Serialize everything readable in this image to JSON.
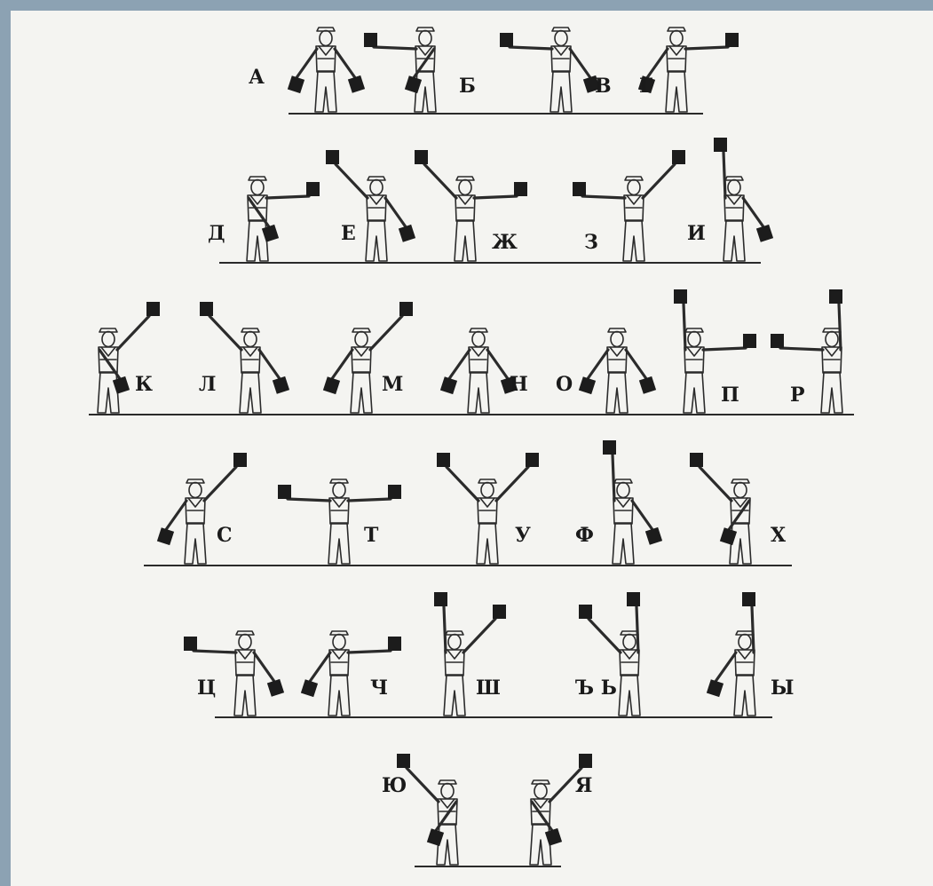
{
  "title": "",
  "signals": [
    {
      "letter": "А",
      "left": "down-left",
      "right": "down-right"
    },
    {
      "letter": "Б",
      "left": "out-left",
      "right": "down-left"
    },
    {
      "letter": "В",
      "left": "out-left",
      "right": "down-right"
    },
    {
      "letter": "Г",
      "left": "down-left",
      "right": "out-right"
    },
    {
      "letter": "Д",
      "left": "down-right",
      "right": "out-right"
    },
    {
      "letter": "Е",
      "left": "up-left",
      "right": "down-right"
    },
    {
      "letter": "Ж",
      "left": "up-left",
      "right": "out-right"
    },
    {
      "letter": "З",
      "left": "out-left",
      "right": "up-right"
    },
    {
      "letter": "И",
      "left": "up",
      "right": "down-right"
    },
    {
      "letter": "К",
      "left": "down-right",
      "right": "up-right"
    },
    {
      "letter": "Л",
      "left": "up-left",
      "right": "down-right"
    },
    {
      "letter": "М",
      "left": "down-left",
      "right": "up-right"
    },
    {
      "letter": "Н",
      "left": "down-left",
      "right": "down-right"
    },
    {
      "letter": "О",
      "left": "down-left",
      "right": "down-right"
    },
    {
      "letter": "П",
      "left": "up",
      "right": "out-right"
    },
    {
      "letter": "Р",
      "left": "out-left",
      "right": "up"
    },
    {
      "letter": "С",
      "left": "down-left",
      "right": "up-right"
    },
    {
      "letter": "Т",
      "left": "out-left",
      "right": "out-right"
    },
    {
      "letter": "У",
      "left": "up-left",
      "right": "up-right"
    },
    {
      "letter": "Ф",
      "left": "up",
      "right": "down-right"
    },
    {
      "letter": "Х",
      "left": "up-left",
      "right": "down-left"
    },
    {
      "letter": "Ц",
      "left": "out-left",
      "right": "down-right"
    },
    {
      "letter": "Ч",
      "left": "down-left",
      "right": "out-right"
    },
    {
      "letter": "Ш",
      "left": "up",
      "right": "up-right"
    },
    {
      "letter": "Ъ Ь",
      "left": "up-left",
      "right": "up"
    },
    {
      "letter": "Ы",
      "left": "down-left",
      "right": "up"
    },
    {
      "letter": "Ю",
      "left": "up-left",
      "right": "down-left"
    },
    {
      "letter": "Я",
      "left": "down-right",
      "right": "up-right"
    }
  ]
}
